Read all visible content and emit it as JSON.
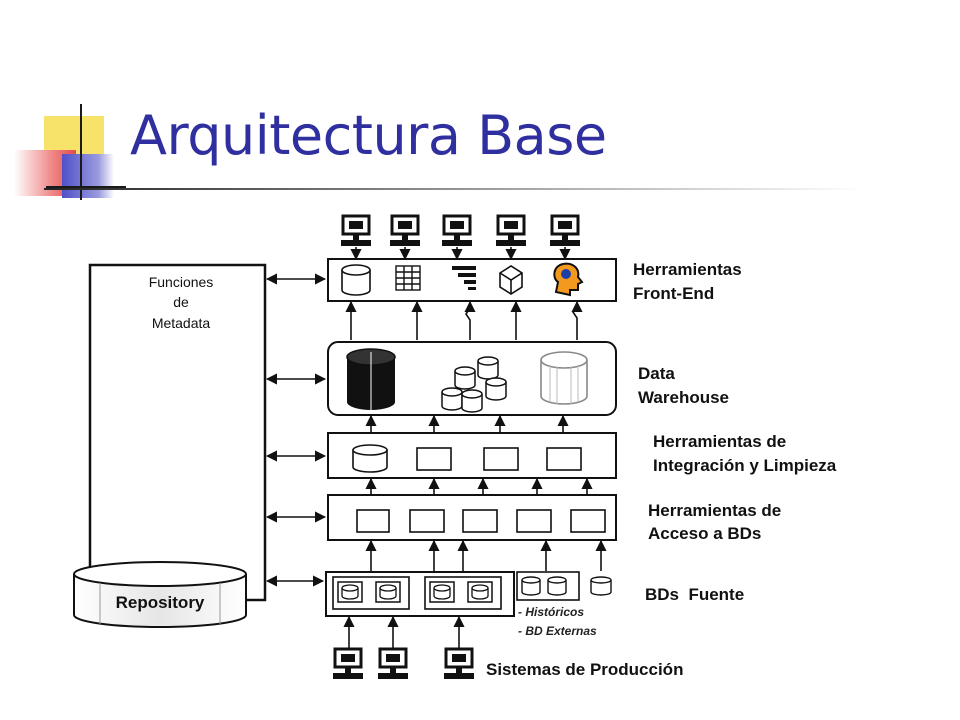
{
  "slide": {
    "title": "Arquitectura Base"
  },
  "diagram": {
    "metadata_label": [
      "Funciones",
      "de",
      "Metadata"
    ],
    "repository_label": "Repository",
    "layers": {
      "front_end": [
        "Herramientas",
        "Front-End"
      ],
      "warehouse": [
        "Data",
        "Warehouse"
      ],
      "integration": [
        "Herramientas de",
        "Integración y Limpieza"
      ],
      "access": [
        "Herramientas de",
        "Acceso a BDs"
      ],
      "sources": "BDs  Fuente"
    },
    "source_notes": [
      "- Históricos",
      "- BD Externas"
    ],
    "production_systems": "Sistemas de Producción"
  }
}
